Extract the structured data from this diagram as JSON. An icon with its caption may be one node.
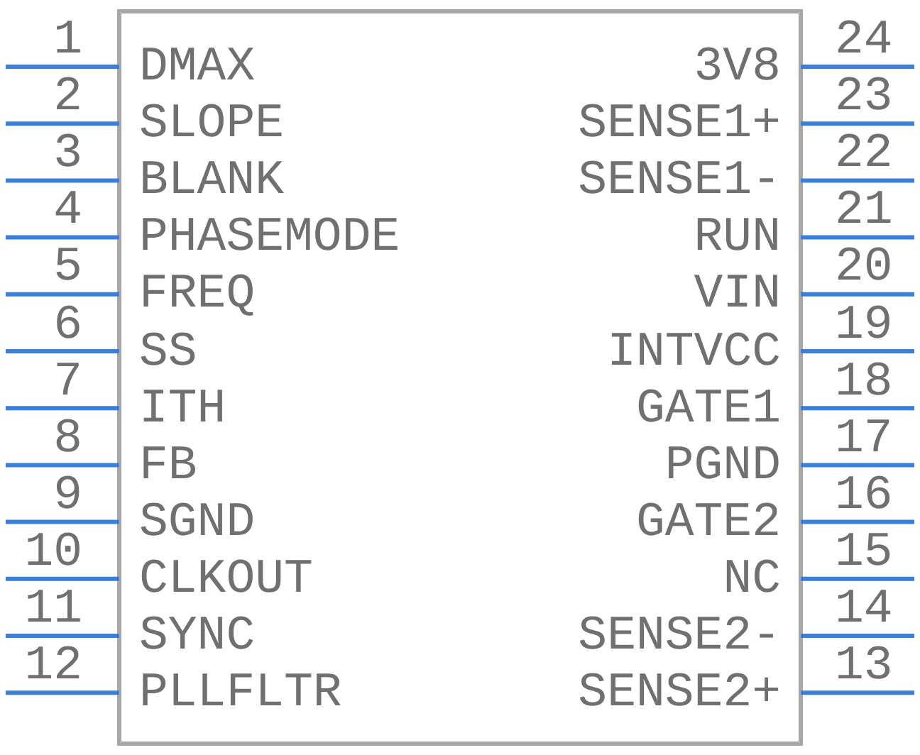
{
  "diagram": {
    "labels": [
      "1",
      "DMAX",
      "3V8",
      "24",
      "2",
      "SLOPE",
      "SENSE1+",
      "23",
      "3",
      "BLANK",
      "SENSE1-",
      "22",
      "4",
      "PHASEMODE",
      "RUN",
      "21",
      "5",
      "FREQ",
      "VIN",
      "20",
      "6",
      "SS",
      "INTVCC",
      "19",
      "7",
      "ITH",
      "GATE1",
      "18",
      "8",
      "FB",
      "PGND",
      "17",
      "9",
      "SGND",
      "GATE2",
      "16",
      "10",
      "CLKOUT",
      "NC",
      "15",
      "11",
      "SYNC",
      "SENSE2-",
      "14",
      "12",
      "PLLFLTR",
      "SENSE2+",
      "13"
    ]
  }
}
